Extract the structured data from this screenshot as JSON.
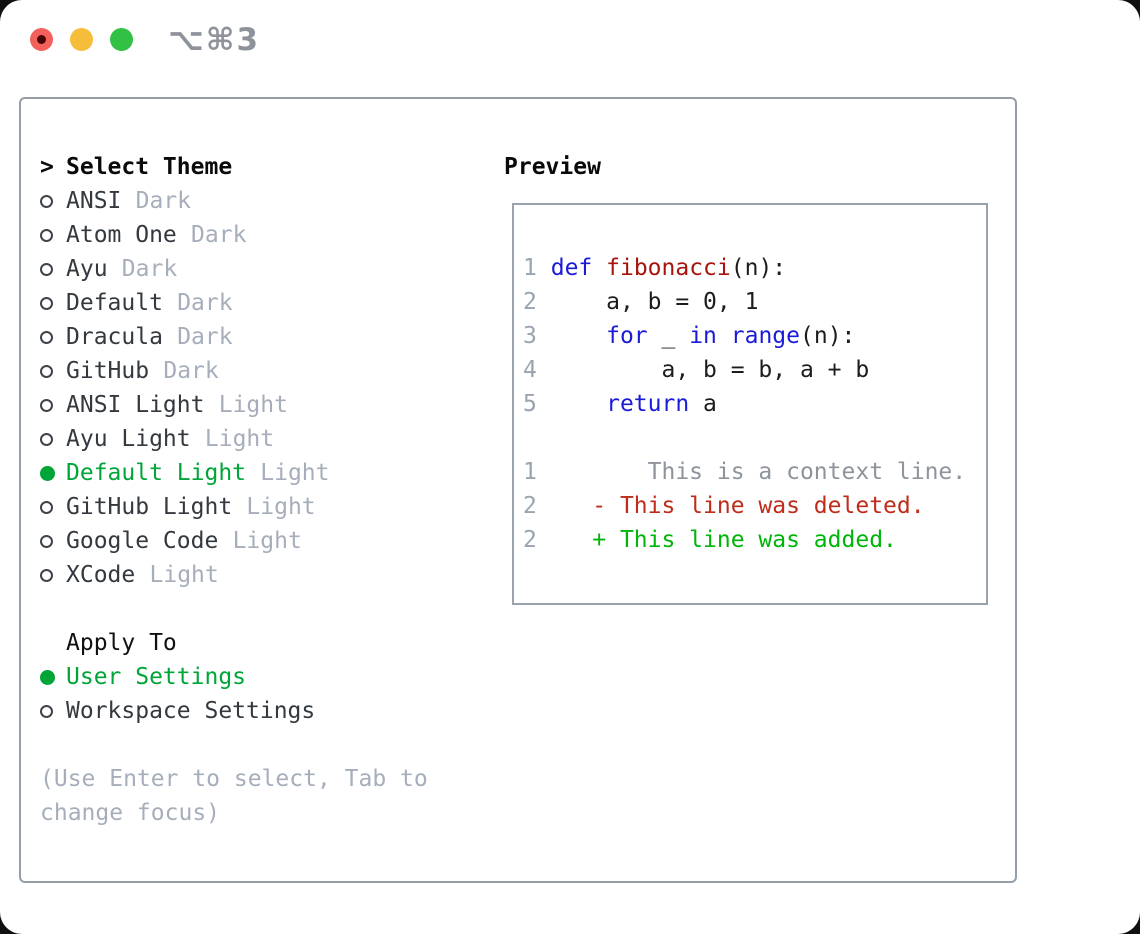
{
  "window": {
    "shortcut": "⌥⌘3",
    "traffic_lights": [
      "close",
      "minimize",
      "zoom"
    ]
  },
  "colors": {
    "tl-red": "#f4615c",
    "tl-red-dot": "#460404",
    "tl-yellow": "#f6bd3b",
    "tl-green": "#32c144",
    "shortcut": "#8e939b",
    "panel-border": "#959ea8",
    "preview-border": "#9aa3ad",
    "accent-green": "#00a538",
    "ring": "#3e444b",
    "text-dark": "#33393f",
    "text-faint": "#a6aebb",
    "line-number": "#9aa3b0",
    "code-plain": "#1c1c1c",
    "keyword": "#1a1ad9",
    "function": "#a6150d",
    "context": "#8d949c",
    "deleted": "#bf2d1a",
    "added": "#00b50a"
  },
  "theme_picker": {
    "title_marker": ">",
    "title": "Select Theme",
    "items": [
      {
        "label": "ANSI",
        "variant": "Dark",
        "selected": false
      },
      {
        "label": "Atom One",
        "variant": "Dark",
        "selected": false
      },
      {
        "label": "Ayu",
        "variant": "Dark",
        "selected": false
      },
      {
        "label": "Default",
        "variant": "Dark",
        "selected": false
      },
      {
        "label": "Dracula",
        "variant": "Dark",
        "selected": false
      },
      {
        "label": "GitHub",
        "variant": "Dark",
        "selected": false
      },
      {
        "label": "ANSI Light",
        "variant": "Light",
        "selected": false
      },
      {
        "label": "Ayu Light",
        "variant": "Light",
        "selected": false
      },
      {
        "label": "Default Light",
        "variant": "Light",
        "selected": true
      },
      {
        "label": "GitHub Light",
        "variant": "Light",
        "selected": false
      },
      {
        "label": "Google Code",
        "variant": "Light",
        "selected": false
      },
      {
        "label": "XCode",
        "variant": "Light",
        "selected": false
      }
    ]
  },
  "apply_to": {
    "title": "Apply To",
    "options": [
      {
        "label": "User Settings",
        "selected": true
      },
      {
        "label": "Workspace Settings",
        "selected": false
      }
    ]
  },
  "hint": "(Use Enter to select, Tab to change focus)",
  "preview": {
    "title": "Preview",
    "code_lines": [
      {
        "num": "1",
        "segments": [
          {
            "text": " ",
            "color": "plain"
          },
          {
            "text": "def",
            "color": "keyword"
          },
          {
            "text": " ",
            "color": "plain"
          },
          {
            "text": "fibonacci",
            "color": "function"
          },
          {
            "text": "(n):",
            "color": "plain"
          }
        ]
      },
      {
        "num": "2",
        "segments": [
          {
            "text": "     a, b = 0, 1",
            "color": "plain"
          }
        ]
      },
      {
        "num": "3",
        "segments": [
          {
            "text": "     ",
            "color": "plain"
          },
          {
            "text": "for",
            "color": "keyword"
          },
          {
            "text": " _ ",
            "color": "plain"
          },
          {
            "text": "in",
            "color": "keyword"
          },
          {
            "text": " ",
            "color": "plain"
          },
          {
            "text": "range",
            "color": "keyword"
          },
          {
            "text": "(n):",
            "color": "plain"
          }
        ]
      },
      {
        "num": "4",
        "segments": [
          {
            "text": "         a, b = b, a + b",
            "color": "plain"
          }
        ]
      },
      {
        "num": "5",
        "segments": [
          {
            "text": "     ",
            "color": "plain"
          },
          {
            "text": "return",
            "color": "keyword"
          },
          {
            "text": " a",
            "color": "plain"
          }
        ]
      }
    ],
    "diff_lines": [
      {
        "num": "1",
        "type": "context",
        "marker": "",
        "text": "This is a context line."
      },
      {
        "num": "2",
        "type": "deleted",
        "marker": "-",
        "text": "This line was deleted."
      },
      {
        "num": "2",
        "type": "added",
        "marker": "+",
        "text": "This line was added."
      }
    ]
  }
}
